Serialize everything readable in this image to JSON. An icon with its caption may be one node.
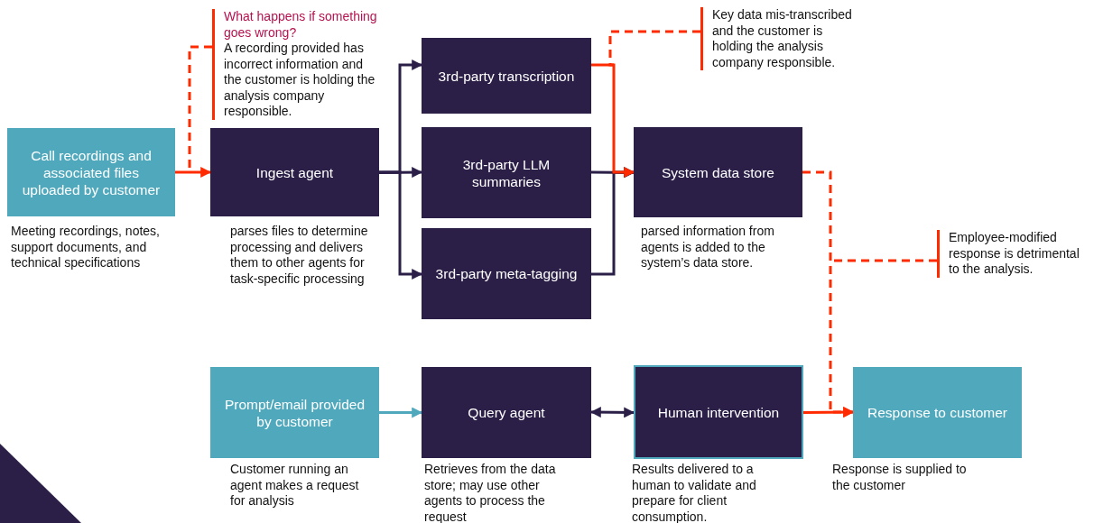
{
  "diagram": {
    "nodes": [
      {
        "text": [
          "Call recordings and associated files uploaded by customer"
        ],
        "beside": [
          "Meeting recordings, notes, support documents, and technical specifications"
        ]
      },
      {
        "text": [
          "Ingest agent"
        ],
        "beside": [
          "parses files to determine processing and delivers them to other agents for task-specific processing"
        ]
      },
      {
        "text": [
          "3rd-party transcription"
        ]
      },
      {
        "text": [
          "3rd-party LLM summaries"
        ]
      },
      {
        "text": [
          "3rd-party meta-tagging"
        ]
      },
      {
        "text": [
          "System data store"
        ],
        "beside": [
          "parsed information from agents is added to the system’s data store."
        ]
      },
      {
        "text": [
          "What happens if something goes wrong?",
          "A recording provided has incorrect information and the customer is holding the analysis company responsible."
        ]
      },
      {
        "text": [
          "Key data mis-transcribed and the customer is holding the analysis company responsible."
        ]
      },
      {
        "text": [
          "Employee-modified response is detrimental to the analysis."
        ]
      },
      {
        "text": [
          "Prompt/email provided by customer"
        ],
        "beside": [
          "Customer running an agent makes a request for analysis"
        ]
      },
      {
        "text": [
          "Query agent"
        ],
        "beside": [
          "Retrieves from the data store; may use other agents to process the request"
        ]
      },
      {
        "text": [
          "Human intervention"
        ],
        "beside": [
          "Results delivered to a human to validate and prepare for client consumption."
        ]
      },
      {
        "text": [
          "Response to customer"
        ],
        "beside": [
          "Response is supplied to the customer"
        ]
      }
    ],
    "edges": [
      {
        "from": 0,
        "to": 1,
        "arrow": "to"
      },
      {
        "from": 1,
        "to": 2,
        "arrow": "to",
        "color": "#2b1f48"
      },
      {
        "from": 1,
        "to": 3,
        "arrow": "to",
        "color": "#2b1f48"
      },
      {
        "from": 1,
        "to": 4,
        "arrow": "to",
        "color": "#2b1f48"
      },
      {
        "from": 2,
        "to": 5,
        "arrow": "to"
      },
      {
        "from": 3,
        "to": 5,
        "arrow": "to",
        "color": "#2b1f48"
      },
      {
        "from": 4,
        "to": 5,
        "arrow": "to",
        "color": "#2b1f48"
      },
      {
        "from": 5,
        "to": 12,
        "arrow": "to",
        "style": "dashed"
      },
      {
        "from": 11,
        "to": 12,
        "arrow": "to"
      },
      {
        "from": 9,
        "to": 10,
        "arrow": "to",
        "color": "#4fa8bc"
      },
      {
        "from": 10,
        "to": 11,
        "arrow": "both",
        "color": "#2b1f48"
      },
      {
        "from": 6,
        "to": null,
        "arrow": "none",
        "style": "dashed"
      },
      {
        "from": 7,
        "to": null,
        "arrow": "none",
        "style": "dashed"
      },
      {
        "from": 8,
        "to": null,
        "arrow": "none",
        "style": "dashed"
      }
    ]
  }
}
